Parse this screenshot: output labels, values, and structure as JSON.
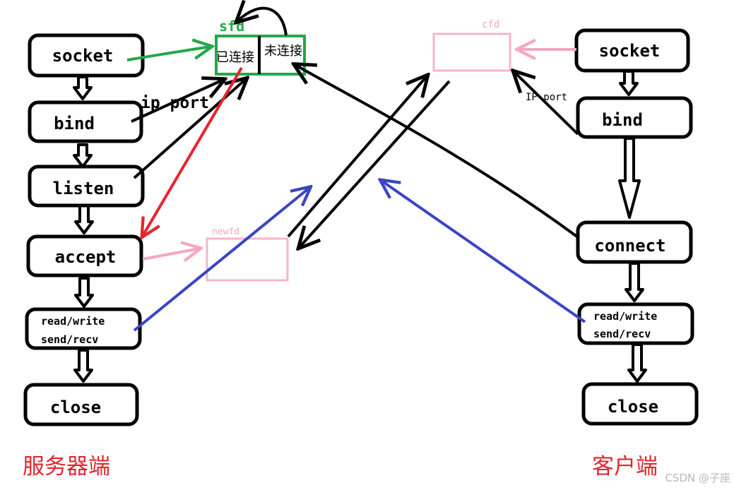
{
  "server": {
    "title": "服务器端",
    "steps": [
      "socket",
      "bind",
      "listen",
      "accept"
    ],
    "rw": [
      "read/write",
      "send/recv"
    ],
    "close": "close"
  },
  "client": {
    "title": "客户端",
    "steps": [
      "socket",
      "bind",
      "connect"
    ],
    "rw": [
      "read/write",
      "send/recv"
    ],
    "close": "close"
  },
  "sfd": {
    "label": "sfd",
    "connected": "已连接",
    "unconnected": "未连接"
  },
  "cfd": {
    "label": "cfd"
  },
  "newfd": {
    "label": "newfd"
  },
  "annotations": {
    "server_ip_port": "ip port",
    "client_ip_port": "IP port"
  },
  "watermark": "CSDN @子座",
  "colors": {
    "sfd": "#22a84a",
    "fd_box": "#f4b6c8",
    "socket_arrow": "#22a84a",
    "accept_arrow": "#e8232e",
    "data_arrow": "#3a45c4",
    "title_red": "#e0262b"
  }
}
